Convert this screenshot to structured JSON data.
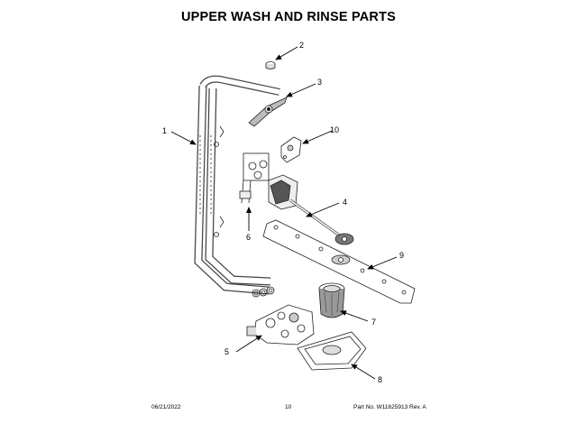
{
  "title": "UPPER WASH AND RINSE PARTS",
  "callouts": [
    {
      "id": "1",
      "label": "1"
    },
    {
      "id": "2",
      "label": "2"
    },
    {
      "id": "3",
      "label": "3"
    },
    {
      "id": "4",
      "label": "4"
    },
    {
      "id": "5",
      "label": "5"
    },
    {
      "id": "6",
      "label": "6"
    },
    {
      "id": "7",
      "label": "7"
    },
    {
      "id": "8",
      "label": "8"
    },
    {
      "id": "9",
      "label": "9"
    },
    {
      "id": "10",
      "label": "10"
    }
  ],
  "footer": {
    "date": "06/21/2022",
    "page": "10",
    "part_no": "Part No.  W11625913  Rev. A"
  }
}
